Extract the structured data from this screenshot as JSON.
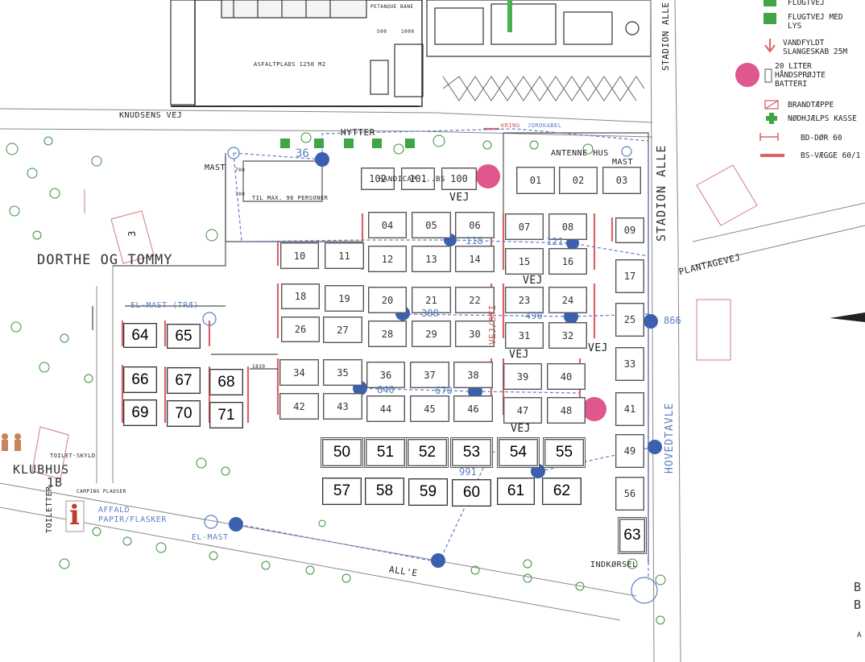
{
  "map": {
    "street_labels": {
      "knudsens_vej": "KNUDSENS VEJ",
      "stadion_alle_top": "STADION ALLE",
      "stadion_alle": "STADION ALLE",
      "plantagevej": "PLANTAGEVEJ",
      "alle_bottom": "ALL'E",
      "vej": "VEJ",
      "vejstien": "VEJ/STI",
      "hovedtavle": "HOVEDTAVLE",
      "indkorsel": "INDKØRSEL"
    },
    "place_labels": {
      "hytter": "HYTTER",
      "mast_left": "MAST",
      "mast_right": "MAST",
      "antenne_hus": "ANTENNE HUS",
      "jordkabel": "JORDKABEL",
      "kring": "KRING",
      "handicap": "HANDICAP ...BS",
      "til_max": "TIL MAX. 96 PERSONER",
      "dorthe_og_tommy": "DORTHE OG TOMMY",
      "house_number": "3",
      "el_mast_trae": "EL-MAST (TRÆ)",
      "el_mast": "EL-MAST",
      "klubhus": "KLUBHUS",
      "klubhus_no": "1B",
      "toilet_skyld": "TOILET-SKYLD",
      "toiletter": "TOILETTER",
      "camping_pladser": "CAMPING PLADSER",
      "affald": "AFFALD",
      "papir_flasker": "PAPIR/FLASKER",
      "asfaltplads": "ASFALTPLADS 1250 M2",
      "petanque_bane": "PETANQUE BANE",
      "info_icon": "i",
      "cut_b1": "B",
      "cut_b2": "B",
      "cut_a": "A"
    },
    "blue_numbers": [
      "36",
      "118",
      "121",
      "388",
      "490",
      "866",
      "640",
      "670",
      "991"
    ],
    "dimensions": {
      "d1830": "1830",
      "d500": "500",
      "d1000": "1000",
      "d700a": "700",
      "d700b": "700"
    },
    "pitches_small": [
      "01",
      "02",
      "03",
      "04",
      "05",
      "06",
      "07",
      "08",
      "09",
      "10",
      "11",
      "12",
      "13",
      "14",
      "15",
      "16",
      "17",
      "18",
      "19",
      "20",
      "21",
      "22",
      "23",
      "24",
      "25",
      "26",
      "27",
      "28",
      "29",
      "30",
      "31",
      "32",
      "33",
      "34",
      "35",
      "36",
      "37",
      "38",
      "39",
      "40",
      "41",
      "42",
      "43",
      "44",
      "45",
      "46",
      "47",
      "48",
      "49",
      "56",
      "102",
      "101",
      "100"
    ],
    "pitches_large": [
      "64",
      "65",
      "66",
      "67",
      "68",
      "69",
      "70",
      "71",
      "50",
      "51",
      "52",
      "53",
      "54",
      "55",
      "57",
      "58",
      "59",
      "60",
      "61",
      "62",
      "63"
    ]
  },
  "legend": {
    "flugtvej": "FLUGTVEJ",
    "flugtvej_lys": "FLUGTVEJ MED LYS",
    "vandfyldt": "VANDFYLDT SLANGESKAB 25M",
    "handsprojte": "20 LITER HÅNDSPRØJTE BATTERI",
    "brandtaeppe": "BRANDTÆPPE",
    "nodhjaelp": "NØDHJÆLPS KASSE",
    "bd_dor": "BD-DØR 60",
    "bs_vaegge": "BS-VÆGGE 60/1"
  },
  "colors": {
    "hydrant_blue": "#3b60b0",
    "extinguisher_pink": "#e0578e",
    "wall_red": "#d9636a",
    "cable_blue": "#5b7fc0",
    "green_box": "#3fa545"
  }
}
